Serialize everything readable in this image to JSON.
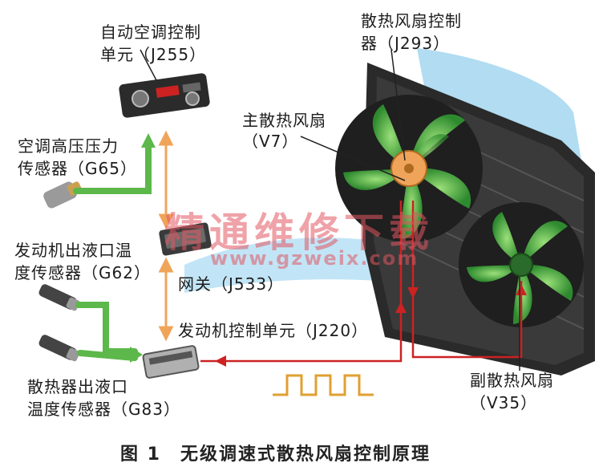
{
  "labels": {
    "climate_unit": [
      "自动空调控制",
      "单元（J255）"
    ],
    "pressure_sensor": [
      "空调高压压力",
      "传感器（G65）"
    ],
    "engine_temp_sensor": [
      "发动机出液口温",
      "度传感器（G62）"
    ],
    "radiator_temp_sensor": [
      "散热器出液口",
      "温度传感器（G83）"
    ],
    "gateway": "网关（J533）",
    "ecu": "发动机控制单元（J220）",
    "fan_controller": [
      "散热风扇控制",
      "器（J293）"
    ],
    "main_fan": [
      "主散热风扇",
      "（V7）"
    ],
    "aux_fan": [
      "副散热风扇",
      "（V35）"
    ]
  },
  "watermark": {
    "text": "精通维修下载",
    "url": "www.gzweix.com"
  },
  "caption": {
    "number": "图 1",
    "title": "无级调速式散热风扇控制原理"
  },
  "colors": {
    "signal_line": "#cc2222",
    "data_arrow": "#f0a45a",
    "sensor_arrow": "#5cb84a",
    "airflow": "#a8d8f0",
    "fan_blade": "#3aa03a",
    "watermark": "#e25660"
  }
}
